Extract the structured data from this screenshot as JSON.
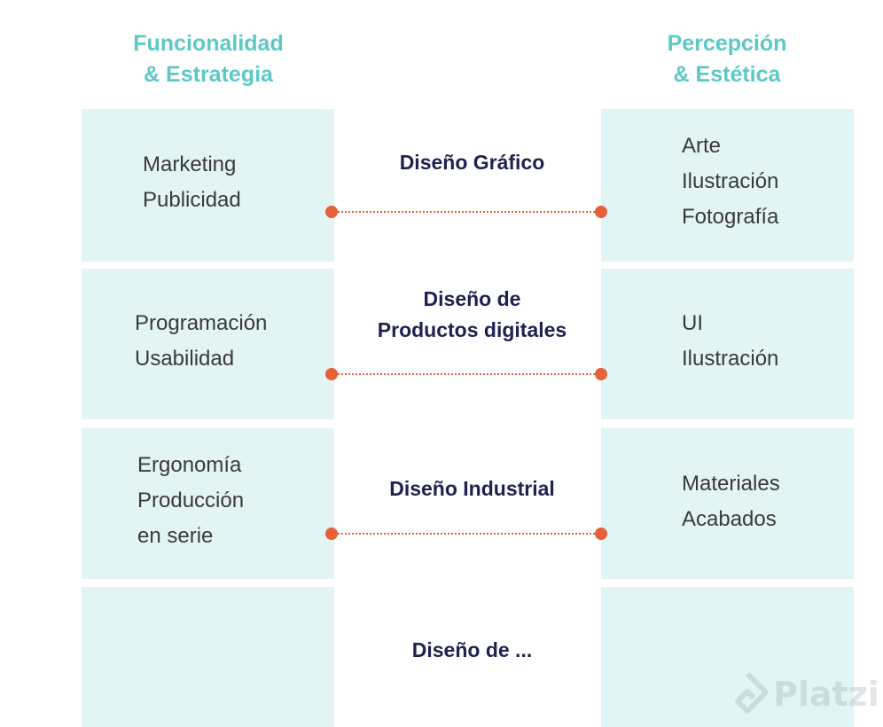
{
  "headers": {
    "left": [
      "Funcionalidad",
      "& Estrategia"
    ],
    "right": [
      "Percepción",
      "& Estética"
    ]
  },
  "rows": [
    {
      "left": [
        "Marketing",
        "Publicidad"
      ],
      "middle": [
        "Diseño Gráfico"
      ],
      "right": [
        "Arte",
        "Ilustración",
        "Fotografía"
      ]
    },
    {
      "left": [
        "Programación",
        "Usabilidad"
      ],
      "middle": [
        "Diseño de",
        "Productos digitales"
      ],
      "right": [
        "UI",
        "Ilustración"
      ]
    },
    {
      "left": [
        "Ergonomía",
        "Producción",
        "en serie"
      ],
      "middle": [
        "Diseño Industrial"
      ],
      "right": [
        "Materiales",
        "Acabados"
      ]
    },
    {
      "left": [],
      "middle": [
        "Diseño de ..."
      ],
      "right": []
    }
  ],
  "watermark": {
    "text": "Platzi",
    "icon": "platzi-logo-icon"
  },
  "colors": {
    "header": "#5cc9c6",
    "cell_background": "#e2f4f4",
    "middle_text": "#1f2150",
    "connector": "#e5603b"
  }
}
